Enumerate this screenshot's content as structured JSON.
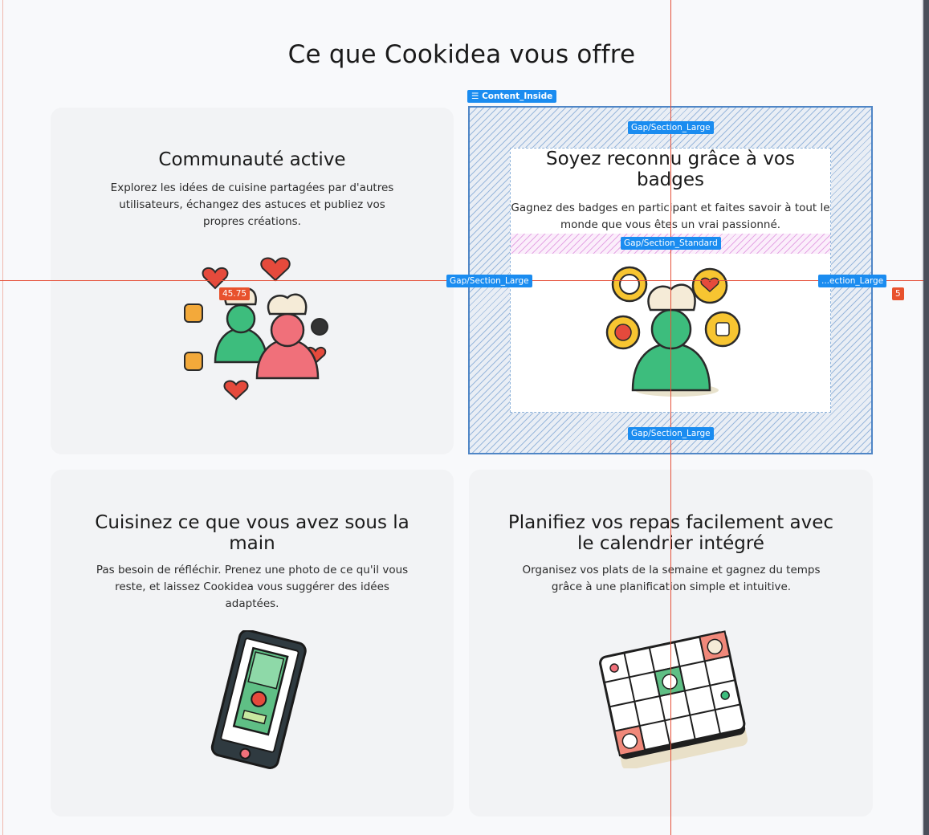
{
  "page": {
    "title": "Ce que Cookidea vous offre"
  },
  "cards": [
    {
      "title": "Communauté active",
      "description": "Explorez les idées de cuisine partagées par d'autres utilisateurs, échangez des astuces et publiez vos propres créations.",
      "illustration": "community-chefs-illustration"
    },
    {
      "title": "Soyez reconnu grâce à vos badges",
      "description": "Gagnez des badges en participant et faites savoir à tout le monde que vous êtes un vrai passionné.",
      "illustration": "badges-chef-illustration"
    },
    {
      "title": "Cuisinez ce que vous avez sous la main",
      "description": "Pas besoin de réfléchir. Prenez une photo de ce qu'il vous reste, et laissez Cookidea vous suggérer des idées adaptées.",
      "illustration": "phone-fridge-illustration"
    },
    {
      "title": "Planifiez vos repas facilement avec le calendrier intégré",
      "description": "Organisez vos plats de la semaine et gagnez du temps grâce à une planification simple et intuitive.",
      "illustration": "meal-calendar-illustration"
    }
  ],
  "editor": {
    "selected_frame": "Content_Inside",
    "gap_top": "Gap/Section_Large",
    "gap_bottom": "Gap/Section_Large",
    "gap_left": "Gap/Section_Large",
    "gap_right": "...ection_Large",
    "gap_standard": "Gap/Section_Standard",
    "measure_value": "45.75",
    "counter_badge": "5"
  },
  "colors": {
    "selection_blue": "#1a8cf0",
    "guide_red": "#e5513a",
    "green": "#3dbd7d",
    "pink": "#f0707a",
    "yellow": "#f7c531"
  }
}
